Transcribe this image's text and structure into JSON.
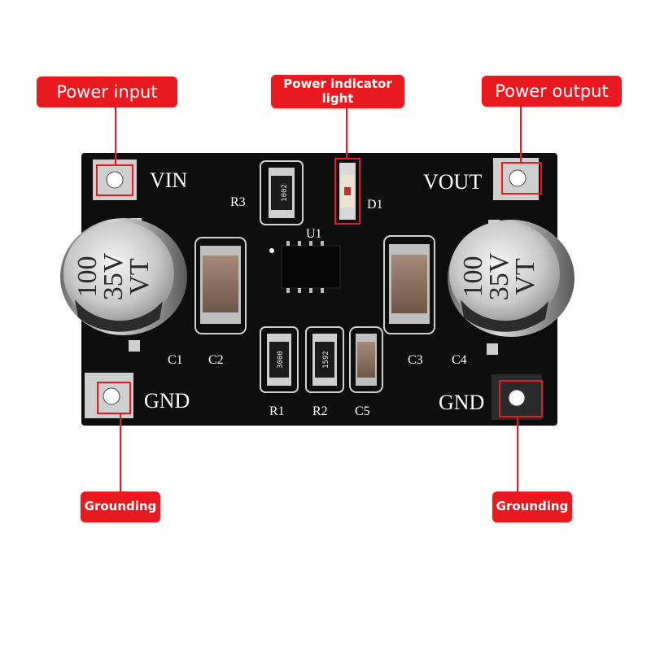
{
  "callouts": {
    "power_input": "Power input",
    "power_indicator_line1": "Power indicator",
    "power_indicator_line2": "light",
    "power_output": "Power output",
    "grounding_left": "Grounding",
    "grounding_right": "Grounding"
  },
  "silkscreen": {
    "vin": "VIN",
    "vout": "VOUT",
    "gnd_left": "GND",
    "gnd_right": "GND",
    "r3": "R3",
    "d1": "D1",
    "u1": "U1",
    "c1": "C1",
    "c2": "C2",
    "c3": "C3",
    "c4": "C4",
    "r1": "R1",
    "r2": "R2",
    "c5": "C5"
  },
  "capacitor_marking": {
    "value": "100",
    "voltage": "35V",
    "series": "VT"
  },
  "resistor_codes": {
    "r3": "1002",
    "r1": "3000",
    "r2": "1592"
  },
  "colors": {
    "callout": "#e8191f",
    "pcb": "#0e0e0e",
    "silkscreen": "#ffffff",
    "pad": "#cfcfcf"
  }
}
